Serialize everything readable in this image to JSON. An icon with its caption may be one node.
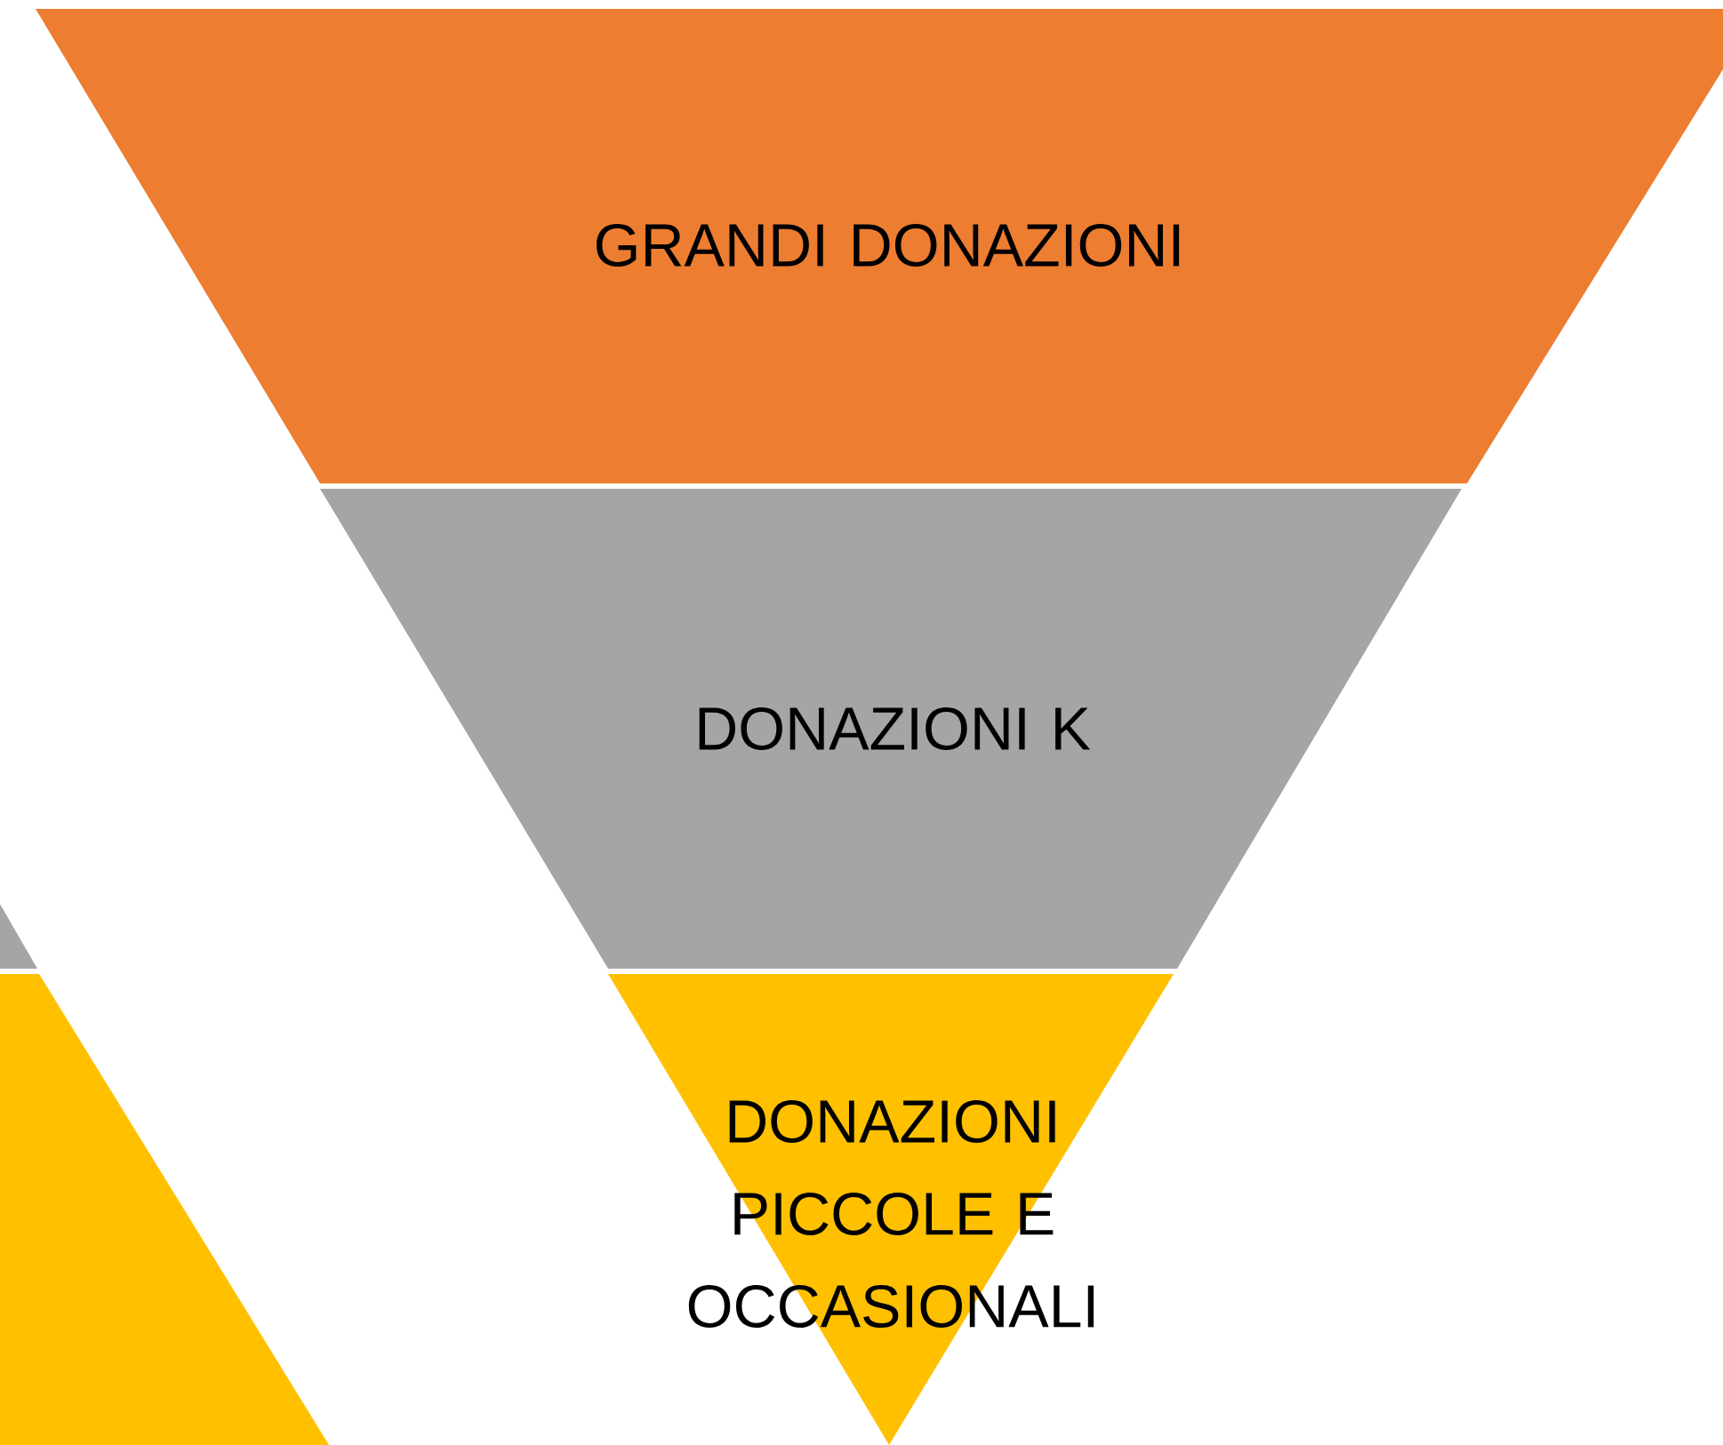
{
  "diagram": {
    "nodes": [
      {
        "text": [
          "GRANDI DONAZIONI"
        ]
      },
      {
        "text": [
          "DONAZIONI K"
        ]
      },
      {
        "text": [
          "DONAZIONI PICCOLE E OCCASIONALI"
        ]
      }
    ]
  }
}
